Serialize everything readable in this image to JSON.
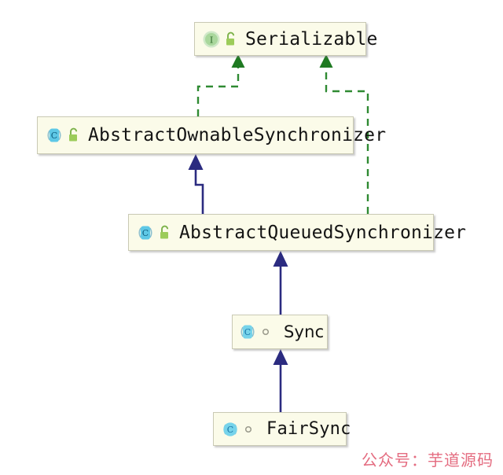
{
  "diagram": {
    "title": "AbstractQueuedSynchronizer class hierarchy",
    "colors": {
      "node_fill": "#fbfbe9",
      "node_border": "#c9c9b4",
      "implements_edge": "#2f8a32",
      "extends_edge": "#2b2b80",
      "interface_icon": "#7cc47f",
      "class_icon": "#57c7e3",
      "lock_icon": "#8cc63f",
      "watermark": "#e0536b",
      "background": "#ffffff"
    },
    "nodes": [
      {
        "id": "serializable",
        "label": "Serializable",
        "stereotype": "interface",
        "type_icon": "interface-icon",
        "modifier_icon": "unlocked-padlock-icon"
      },
      {
        "id": "abstract-ownable-synchronizer",
        "label": "AbstractOwnableSynchronizer",
        "stereotype": "abstract class",
        "type_icon": "class-icon",
        "modifier_icon": "unlocked-padlock-icon"
      },
      {
        "id": "abstract-queued-synchronizer",
        "label": "AbstractQueuedSynchronizer",
        "stereotype": "abstract class",
        "type_icon": "class-icon",
        "modifier_icon": "unlocked-padlock-icon"
      },
      {
        "id": "sync",
        "label": "Sync",
        "stereotype": "abstract class",
        "type_icon": "class-icon",
        "modifier_icon": "package-private-icon"
      },
      {
        "id": "fairsync",
        "label": "FairSync",
        "stereotype": "class",
        "type_icon": "class-icon",
        "modifier_icon": "package-private-icon"
      }
    ],
    "edges": [
      {
        "id": "aos-implements-serializable",
        "from": "abstract-ownable-synchronizer",
        "to": "serializable",
        "relation": "implements",
        "style": "dashed",
        "color": "#2f8a32",
        "arrowhead": "filled-triangle"
      },
      {
        "id": "aqs-implements-serializable",
        "from": "abstract-queued-synchronizer",
        "to": "serializable",
        "relation": "implements",
        "style": "dashed",
        "color": "#2f8a32",
        "arrowhead": "filled-triangle"
      },
      {
        "id": "aqs-extends-aos",
        "from": "abstract-queued-synchronizer",
        "to": "abstract-ownable-synchronizer",
        "relation": "extends",
        "style": "solid",
        "color": "#2b2b80",
        "arrowhead": "filled-triangle"
      },
      {
        "id": "sync-extends-aqs",
        "from": "sync",
        "to": "abstract-queued-synchronizer",
        "relation": "extends",
        "style": "solid",
        "color": "#2b2b80",
        "arrowhead": "filled-triangle"
      },
      {
        "id": "fairsync-extends-sync",
        "from": "fairsync",
        "to": "sync",
        "relation": "extends",
        "style": "solid",
        "color": "#2b2b80",
        "arrowhead": "filled-triangle"
      }
    ]
  },
  "watermark": {
    "text": "公众号：芋道源码"
  }
}
